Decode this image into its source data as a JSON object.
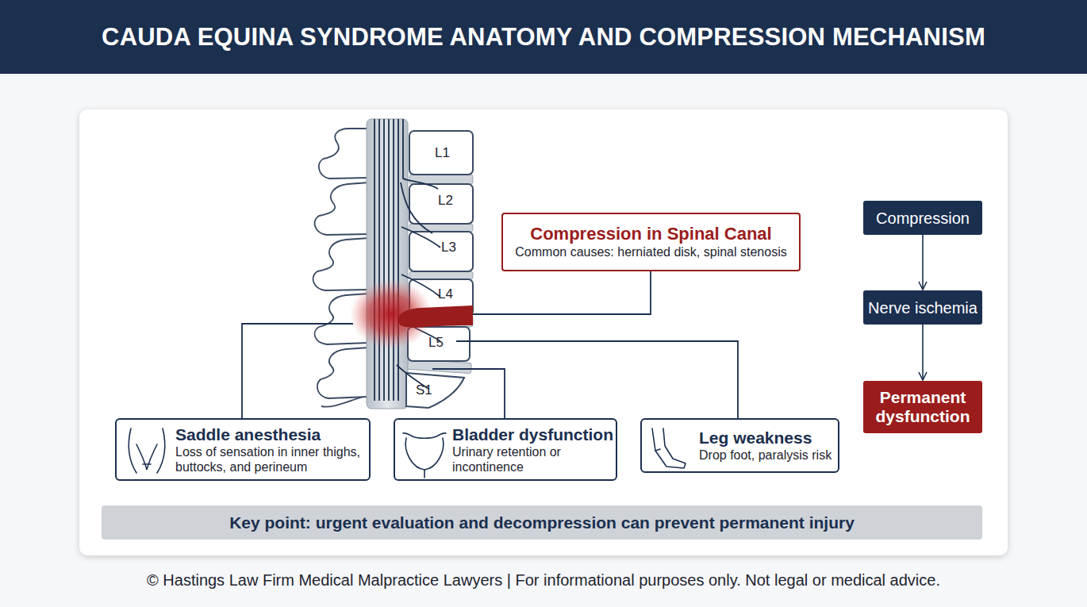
{
  "diagram": {
    "title": "CAUDA EQUINA SYNDROME ANATOMY AND COMPRESSION MECHANISM",
    "caption": "© Hastings Law Firm Medical Malpractice Lawyers | For informational purposes only. Not legal or medical advice.",
    "nodes": [
      {
        "text": [
          "Compression in Spinal Canal",
          "Common causes: herniated disk, spinal stenosis"
        ]
      },
      {
        "text": [
          "Compression"
        ]
      },
      {
        "text": [
          "Nerve ischemia"
        ]
      },
      {
        "text": [
          "Permanent dysfunction"
        ]
      },
      {
        "text": [
          "Saddle anesthesia",
          "Loss of sensation in inner thighs, buttocks, and perineum"
        ]
      },
      {
        "text": [
          "Bladder dysfunction",
          "Urinary retention or incontinence"
        ]
      },
      {
        "text": [
          "Leg weakness",
          "Drop foot, paralysis risk"
        ]
      },
      {
        "text": [
          "Key point: urgent evaluation and decompression can prevent permanent injury"
        ]
      }
    ],
    "edges": [
      {
        "from": 1,
        "to": 2,
        "arrow": "to"
      },
      {
        "from": 2,
        "to": 3,
        "arrow": "to"
      }
    ],
    "labels": [
      "L1",
      "L2",
      "L3",
      "L4",
      "L5",
      "S1"
    ]
  }
}
